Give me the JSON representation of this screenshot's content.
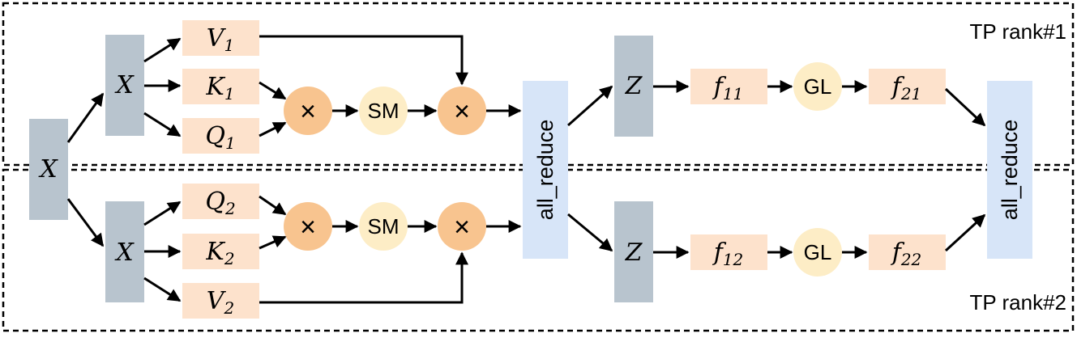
{
  "ranks": {
    "rank1": "TP rank#1",
    "rank2": "TP rank#2"
  },
  "input": {
    "x": "X"
  },
  "rank1": {
    "x": "X",
    "v": "V",
    "v_sub": "1",
    "k": "K",
    "k_sub": "1",
    "q": "Q",
    "q_sub": "1",
    "mul_a": "×",
    "softmax": "SM",
    "mul_b": "×",
    "z": "Z",
    "f1": "f",
    "f1_sub": "11",
    "gl": "GL",
    "f2": "f",
    "f2_sub": "21"
  },
  "rank2": {
    "x": "X",
    "q": "Q",
    "q_sub": "2",
    "k": "K",
    "k_sub": "2",
    "v": "V",
    "v_sub": "2",
    "mul_a": "×",
    "softmax": "SM",
    "mul_b": "×",
    "z": "Z",
    "f1": "f",
    "f1_sub": "12",
    "gl": "GL",
    "f2": "f",
    "f2_sub": "22"
  },
  "allreduce": {
    "first": "all_reduce",
    "second": "all_reduce"
  },
  "colors": {
    "gray_block": "#b8c4ce",
    "tensor_block": "#fde2cc",
    "mul_circle": "#f8c48f",
    "softmax_circle": "#fdedc6",
    "allreduce_block": "#d7e5f8",
    "line": "#000000"
  }
}
